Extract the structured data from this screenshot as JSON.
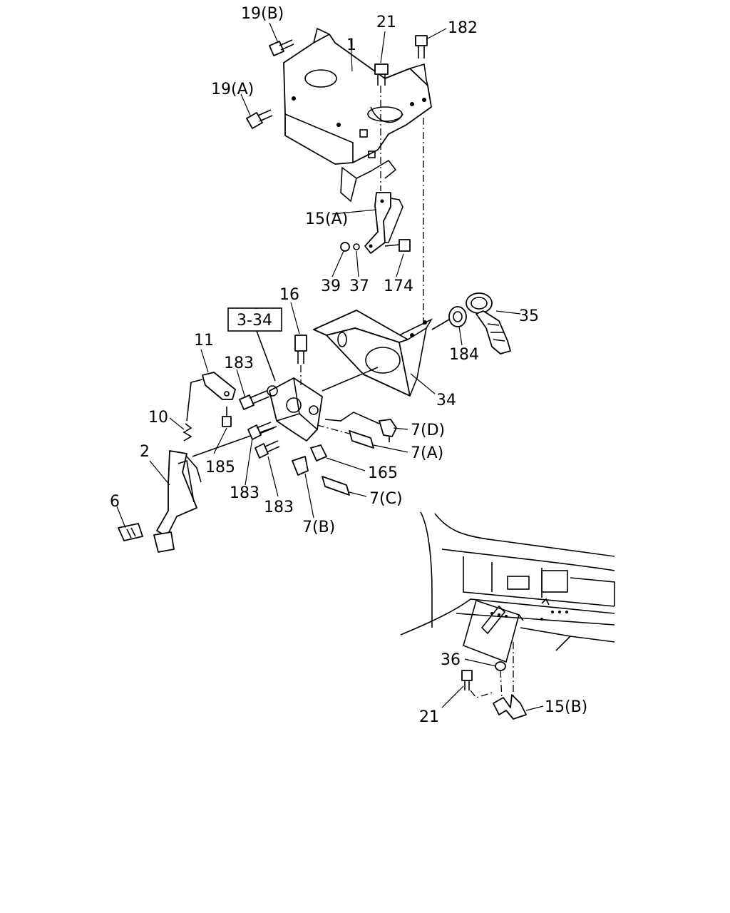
{
  "diagram": {
    "ref_box": "3-34",
    "callouts": {
      "c19b": "19(B)",
      "c21a": "21",
      "c182": "182",
      "c1": "1",
      "c19a": "19(A)",
      "c15a": "15(A)",
      "c39": "39",
      "c37": "37",
      "c174": "174",
      "c16": "16",
      "c35": "35",
      "c184": "184",
      "c11": "11",
      "c183a": "183",
      "c34": "34",
      "c10": "10",
      "c7d": "7(D)",
      "c7a": "7(A)",
      "c2": "2",
      "c185": "185",
      "c165": "165",
      "c183b": "183",
      "c7c": "7(C)",
      "c6": "6",
      "c183c": "183",
      "c7b": "7(B)",
      "c36": "36",
      "c21b": "21",
      "c15b": "15(B)"
    }
  }
}
